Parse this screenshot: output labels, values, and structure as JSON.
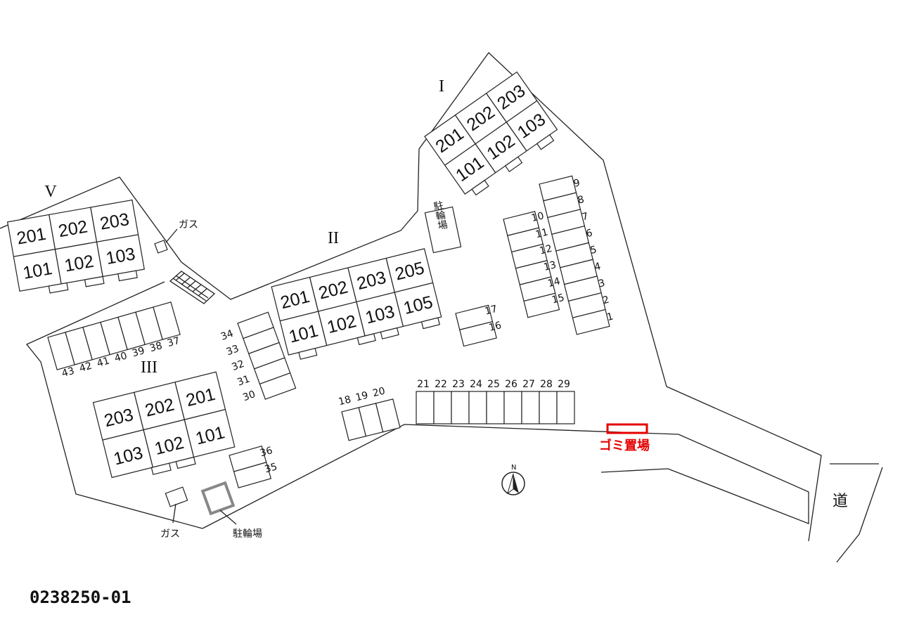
{
  "colors": {
    "line": "#222222",
    "garbage": "#e60000",
    "bike_box": "#888888",
    "background": "#ffffff"
  },
  "buildings": [
    {
      "name": "I",
      "units_upper": [
        "201",
        "202",
        "203"
      ],
      "units_lower": [
        "101",
        "102",
        "103"
      ]
    },
    {
      "name": "II",
      "units_upper": [
        "201",
        "202",
        "203",
        "205"
      ],
      "units_lower": [
        "101",
        "102",
        "103",
        "105"
      ]
    },
    {
      "name": "III",
      "units_upper": [
        "203",
        "202",
        "201"
      ],
      "units_lower": [
        "103",
        "102",
        "101"
      ]
    },
    {
      "name": "V",
      "units_upper": [
        "201",
        "202",
        "203"
      ],
      "units_lower": [
        "101",
        "102",
        "103"
      ]
    }
  ],
  "parking": {
    "group_right_outer": [
      "9",
      "8",
      "7",
      "6",
      "5",
      "4",
      "3",
      "2",
      "1"
    ],
    "group_right_inner": [
      "10",
      "11",
      "12",
      "13",
      "14",
      "15"
    ],
    "group_17_16": [
      "17",
      "16"
    ],
    "group_bottom_row": [
      "21",
      "22",
      "23",
      "24",
      "25",
      "26",
      "27",
      "28",
      "29"
    ],
    "group_18_20": [
      "18",
      "19",
      "20"
    ],
    "group_left_column": [
      "34",
      "33",
      "32",
      "31",
      "30"
    ],
    "group_left_row": [
      "43",
      "42",
      "41",
      "40",
      "39",
      "38",
      "37"
    ],
    "group_36_35": [
      "36",
      "35"
    ]
  },
  "labels": {
    "gas_top": "ガス",
    "gas_bottom": "ガス",
    "bicycle_top": "駐輪場",
    "bicycle_bottom": "駐輪場",
    "garbage": "ゴミ置場",
    "road": "道",
    "north": "N",
    "property_code": "0238250-01"
  }
}
